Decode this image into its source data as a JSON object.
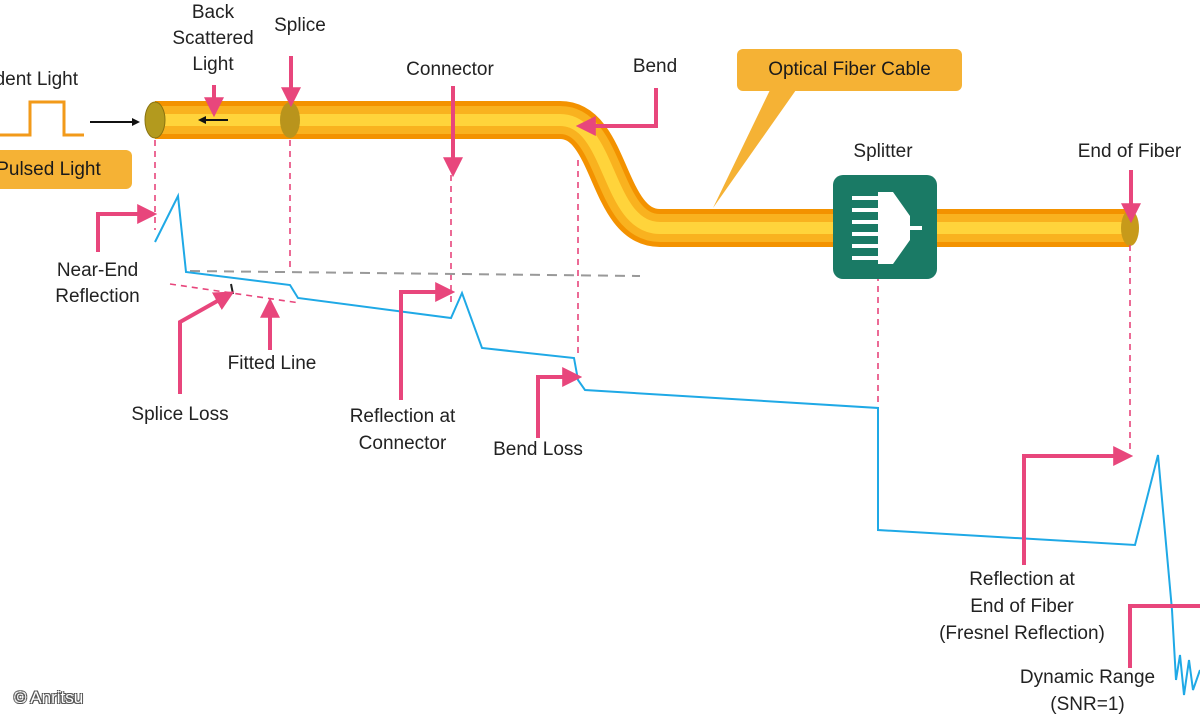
{
  "labels": {
    "incident_light": "Incident Light",
    "pulsed_light": "Pulsed Light",
    "back_scattered_light": "Back\nScattered\nLight",
    "splice": "Splice",
    "connector": "Connector",
    "bend": "Bend",
    "optical_fiber_cable": "Optical Fiber Cable",
    "splitter": "Splitter",
    "end_of_fiber": "End of Fiber",
    "near_end_reflection": "Near-End\nReflection",
    "fitted_line": "Fitted Line",
    "splice_loss": "Splice Loss",
    "reflection_at_connector": "Reflection at\nConnector",
    "bend_loss": "Bend Loss",
    "reflection_at_end_of_fiber": "Reflection at\nEnd of Fiber\n(Fresnel Reflection)",
    "dynamic_range": "Dynamic Range\n(SNR=1)",
    "copyright": "© Anritsu"
  },
  "colors": {
    "fiber_outer": "#f6a400",
    "fiber_core": "#ffd23a",
    "trace": "#1fa9e6",
    "pointer": "#e8467c",
    "callout": "#f5b235",
    "splitter": "#1a7a65",
    "pulse": "#f29a1a",
    "dashed_reference": "#999999"
  },
  "icons": {
    "splitter": "splitter-icon",
    "pulse": "pulse-icon"
  }
}
